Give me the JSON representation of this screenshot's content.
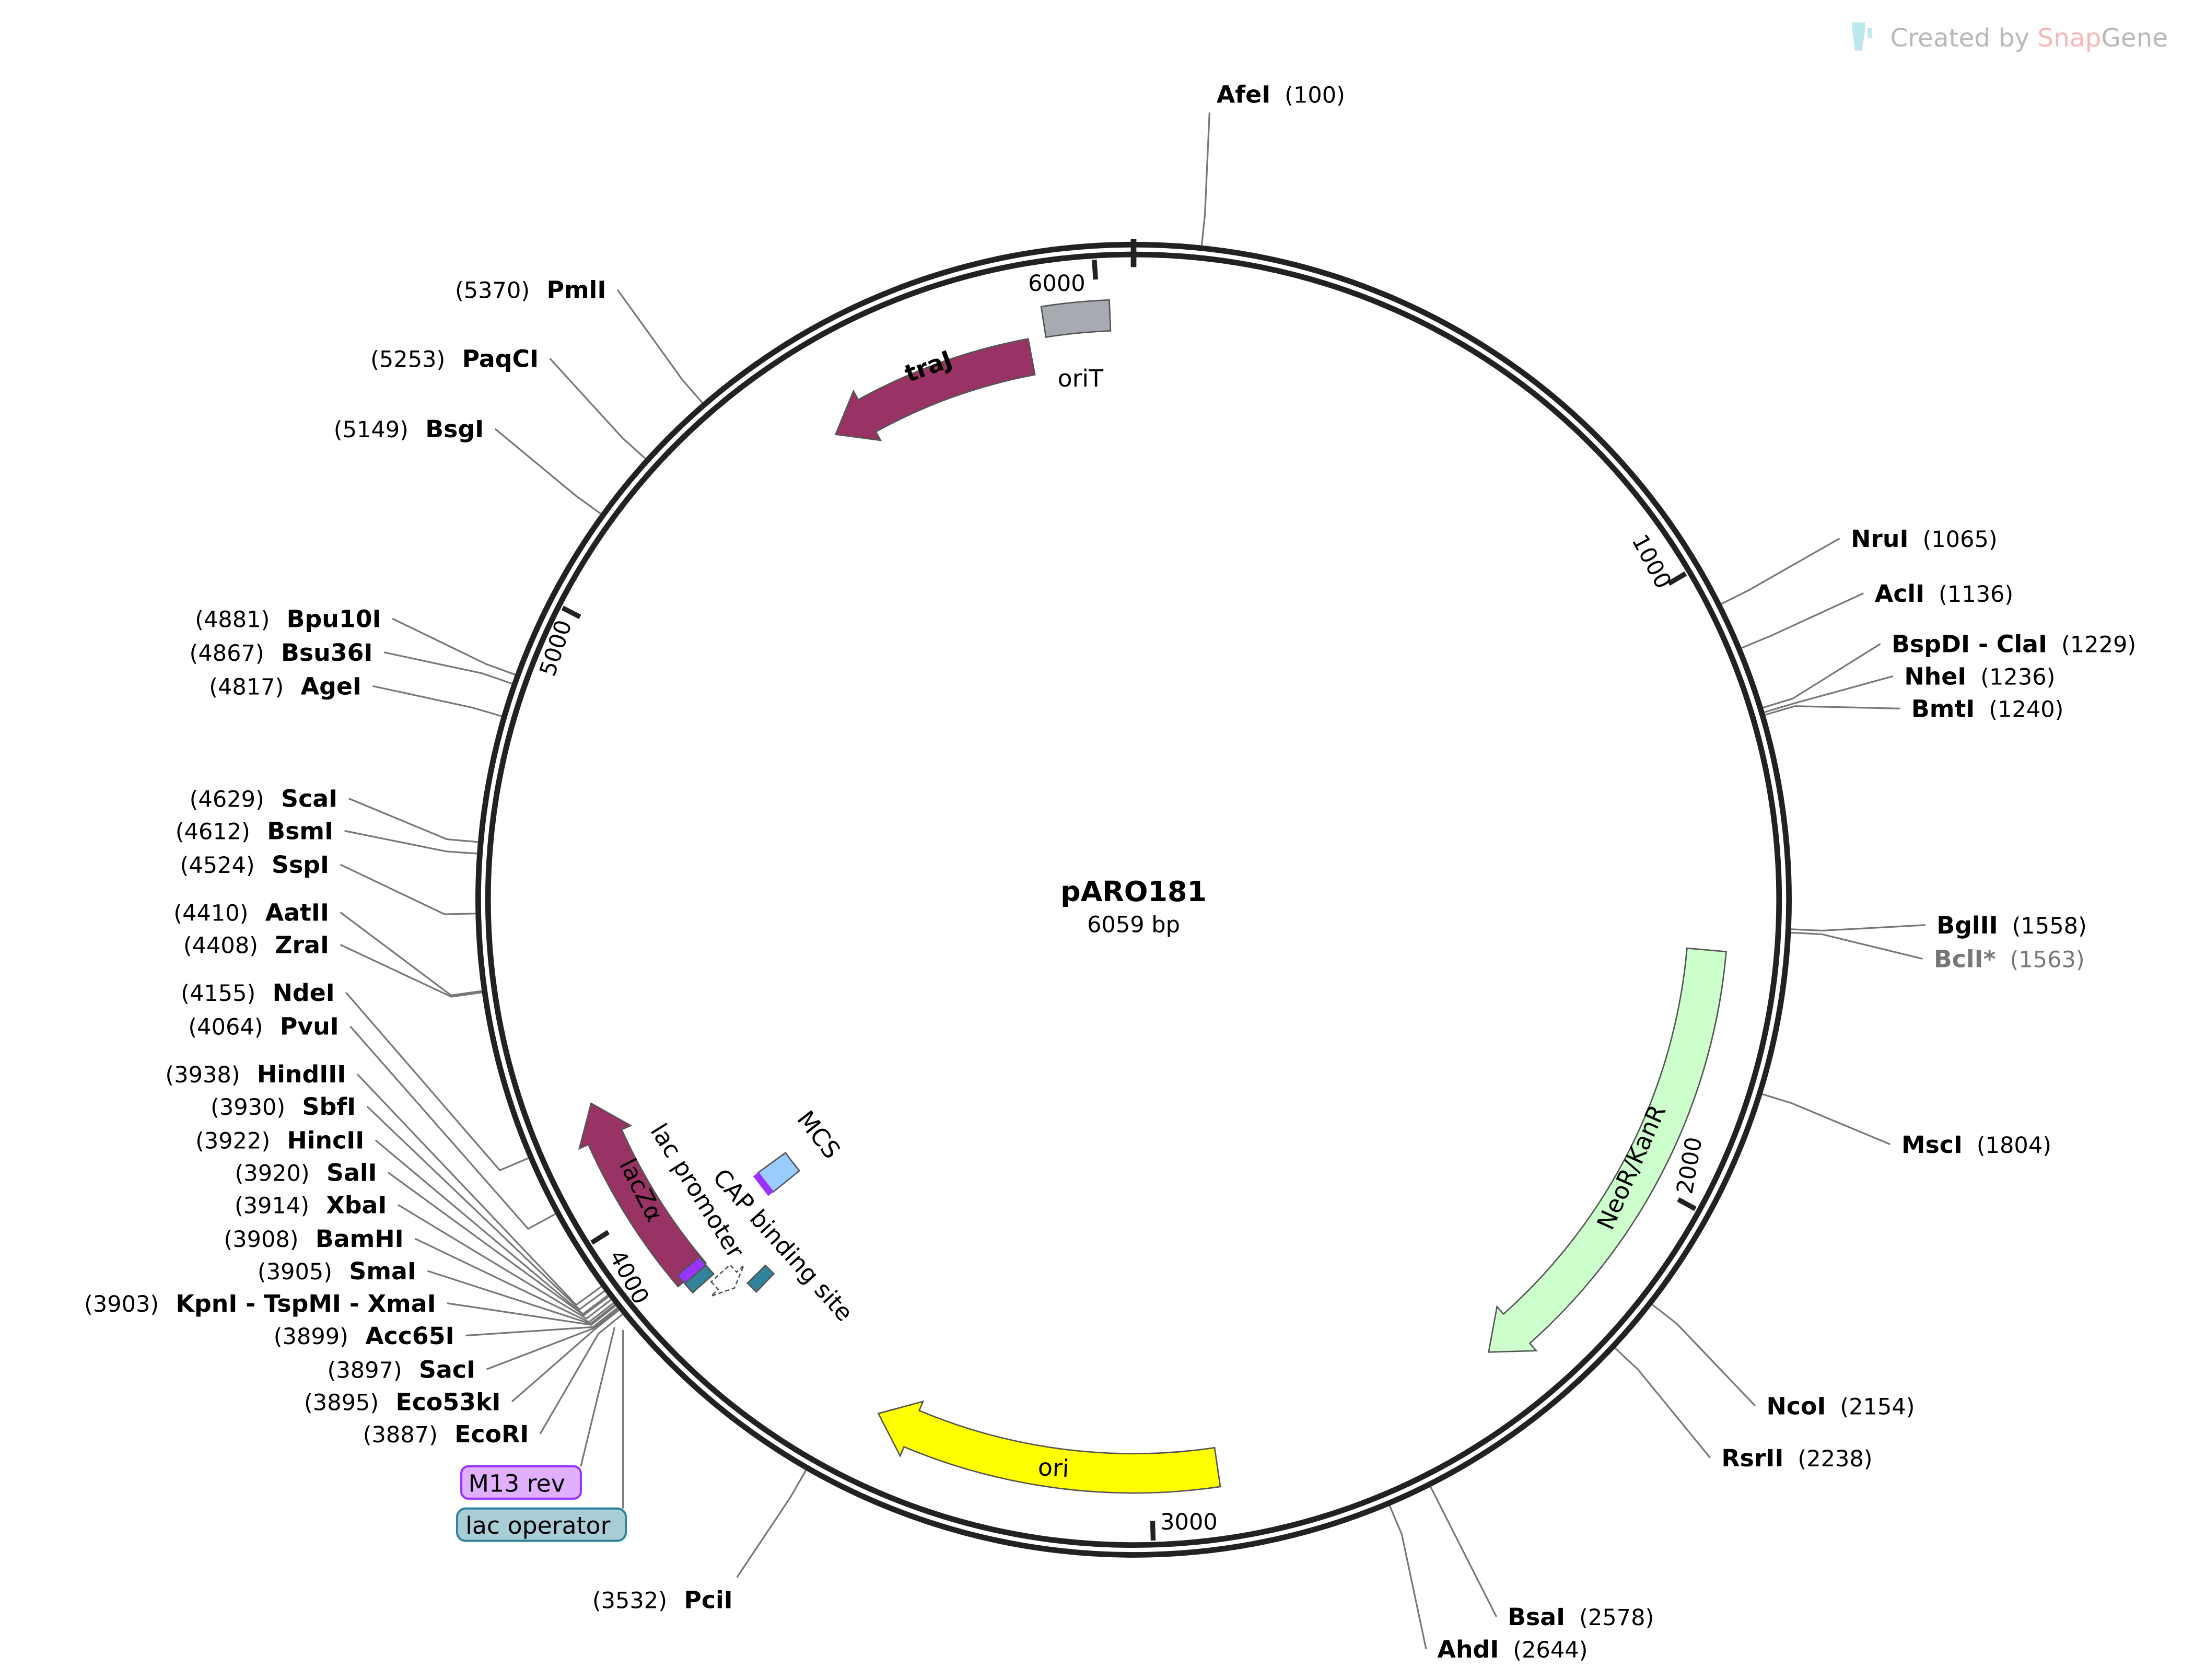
{
  "watermark": {
    "prefix": "Created by ",
    "brand_snap": "Snap",
    "brand_gene": "Gene"
  },
  "plasmid": {
    "name": "pARO181",
    "length_label": "6059 bp",
    "length": 6059
  },
  "ticks": [
    {
      "label": "1000",
      "pos": 1000
    },
    {
      "label": "2000",
      "pos": 2000
    },
    {
      "label": "3000",
      "pos": 3000
    },
    {
      "label": "4000",
      "pos": 4000
    },
    {
      "label": "5000",
      "pos": 5000
    },
    {
      "label": "6000",
      "pos": 6000
    }
  ],
  "features": [
    {
      "name": "oriT",
      "start": 5910,
      "end": 6020,
      "direction": "none",
      "color": "#a7aab1"
    },
    {
      "name": "traJ",
      "start": 5510,
      "end": 5880,
      "direction": "reverse",
      "color": "#993366"
    },
    {
      "name": "NeoR/KanR",
      "start": 1599,
      "end": 2388,
      "direction": "forward",
      "color": "#ccffcc"
    },
    {
      "name": "ori",
      "start": 2888,
      "end": 3474,
      "direction": "forward",
      "color": "#ffff00"
    },
    {
      "name": "lacZα",
      "start": 3865,
      "end": 4198,
      "direction": "forward",
      "color": "#993366"
    },
    {
      "name": "M13 rev",
      "start": 3862,
      "end": 3880,
      "direction": "none",
      "color": "#9933ff"
    },
    {
      "name": "lac operator",
      "start": 3842,
      "end": 3862,
      "direction": "none",
      "color": "#31849b"
    },
    {
      "name": "lac promoter",
      "start": 3800,
      "end": 3835,
      "direction": "reverse",
      "color": "#ffffff"
    },
    {
      "name": "CAP binding site",
      "start": 3768,
      "end": 3790,
      "direction": "none",
      "color": "#31849b"
    },
    {
      "name": "MCS",
      "start": 3887,
      "end": 3938,
      "direction": "none",
      "color": "#99ccff"
    }
  ],
  "enzymes": [
    {
      "name": "AfeI",
      "pos": 100,
      "pos_label": "(100)"
    },
    {
      "name": "NruI",
      "pos": 1065,
      "pos_label": "(1065)"
    },
    {
      "name": "AclI",
      "pos": 1136,
      "pos_label": "(1136)"
    },
    {
      "name": "BspDI - ClaI",
      "pos": 1229,
      "pos_label": "(1229)"
    },
    {
      "name": "NheI",
      "pos": 1236,
      "pos_label": "(1236)"
    },
    {
      "name": "BmtI",
      "pos": 1240,
      "pos_label": "(1240)"
    },
    {
      "name": "BglII",
      "pos": 1558,
      "pos_label": "(1558)"
    },
    {
      "name": "BclI*",
      "pos": 1563,
      "pos_label": "(1563)"
    },
    {
      "name": "MscI",
      "pos": 1804,
      "pos_label": "(1804)"
    },
    {
      "name": "NcoI",
      "pos": 2154,
      "pos_label": "(2154)"
    },
    {
      "name": "RsrII",
      "pos": 2238,
      "pos_label": "(2238)"
    },
    {
      "name": "BsaI",
      "pos": 2578,
      "pos_label": "(2578)"
    },
    {
      "name": "AhdI",
      "pos": 2644,
      "pos_label": "(2644)"
    },
    {
      "name": "PciI",
      "pos": 3532,
      "pos_label": "(3532)"
    },
    {
      "name": "EcoRI",
      "pos": 3887,
      "pos_label": "(3887)"
    },
    {
      "name": "Eco53kI",
      "pos": 3895,
      "pos_label": "(3895)"
    },
    {
      "name": "SacI",
      "pos": 3897,
      "pos_label": "(3897)"
    },
    {
      "name": "Acc65I",
      "pos": 3899,
      "pos_label": "(3899)"
    },
    {
      "name": "KpnI - TspMI - XmaI",
      "pos": 3903,
      "pos_label": "(3903)"
    },
    {
      "name": "SmaI",
      "pos": 3905,
      "pos_label": "(3905)"
    },
    {
      "name": "BamHI",
      "pos": 3908,
      "pos_label": "(3908)"
    },
    {
      "name": "XbaI",
      "pos": 3914,
      "pos_label": "(3914)"
    },
    {
      "name": "SalI",
      "pos": 3920,
      "pos_label": "(3920)"
    },
    {
      "name": "HincII",
      "pos": 3922,
      "pos_label": "(3922)"
    },
    {
      "name": "SbfI",
      "pos": 3930,
      "pos_label": "(3930)"
    },
    {
      "name": "HindIII",
      "pos": 3938,
      "pos_label": "(3938)"
    },
    {
      "name": "PvuI",
      "pos": 4064,
      "pos_label": "(4064)"
    },
    {
      "name": "NdeI",
      "pos": 4155,
      "pos_label": "(4155)"
    },
    {
      "name": "ZraI",
      "pos": 4408,
      "pos_label": "(4408)"
    },
    {
      "name": "AatII",
      "pos": 4410,
      "pos_label": "(4410)"
    },
    {
      "name": "SspI",
      "pos": 4524,
      "pos_label": "(4524)"
    },
    {
      "name": "BsmI",
      "pos": 4612,
      "pos_label": "(4612)"
    },
    {
      "name": "ScaI",
      "pos": 4629,
      "pos_label": "(4629)"
    },
    {
      "name": "AgeI",
      "pos": 4817,
      "pos_label": "(4817)"
    },
    {
      "name": "Bsu36I",
      "pos": 4867,
      "pos_label": "(4867)"
    },
    {
      "name": "Bpu10I",
      "pos": 4881,
      "pos_label": "(4881)"
    },
    {
      "name": "BsgI",
      "pos": 5149,
      "pos_label": "(5149)"
    },
    {
      "name": "PaqCI",
      "pos": 5253,
      "pos_label": "(5253)"
    },
    {
      "name": "PmlI",
      "pos": 5370,
      "pos_label": "(5370)"
    }
  ],
  "colors": {
    "backbone": "#222222",
    "snap": "#f7b6b8",
    "gene": "#b8b8b8",
    "tube": "#bde9ee"
  }
}
